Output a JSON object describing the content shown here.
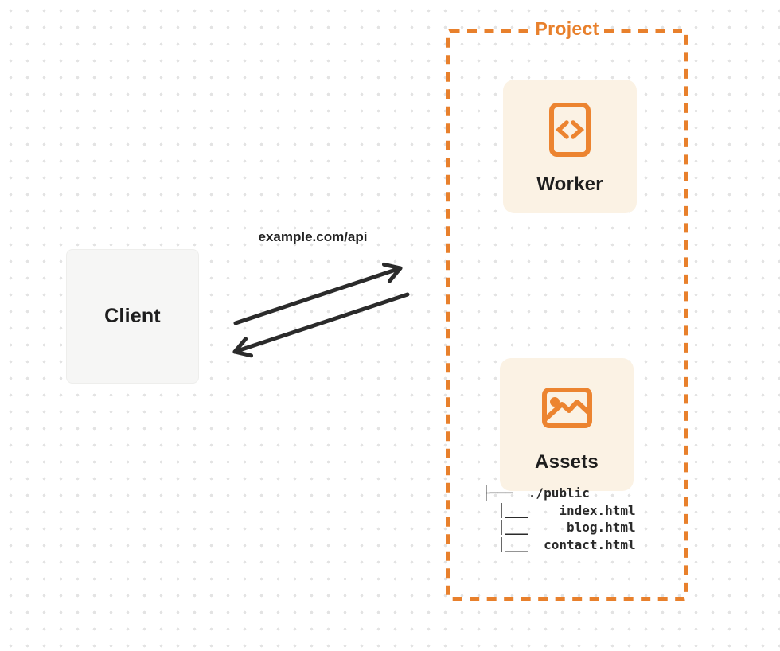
{
  "title": "Client to Project request diagram",
  "colors": {
    "accent_orange": "#ec8430",
    "card_cream": "#fbf2e4",
    "client_gray": "#f6f6f5",
    "arrow_dark": "#2b2b2b",
    "text_dark": "#1e1e1e",
    "dot_grid": "#e3e3e3"
  },
  "client": {
    "label": "Client"
  },
  "request_label": "example.com/api",
  "project": {
    "label": "Project",
    "worker": {
      "label": "Worker",
      "icon": "code-icon"
    },
    "assets": {
      "label": "Assets",
      "icon": "image-icon"
    }
  },
  "file_tree": {
    "root": "./public",
    "files": [
      "index.html",
      "blog.html",
      "contact.html"
    ],
    "lines": [
      "├───  ./public",
      "  │___    index.html",
      "  │___     blog.html",
      "  │___  contact.html"
    ]
  }
}
